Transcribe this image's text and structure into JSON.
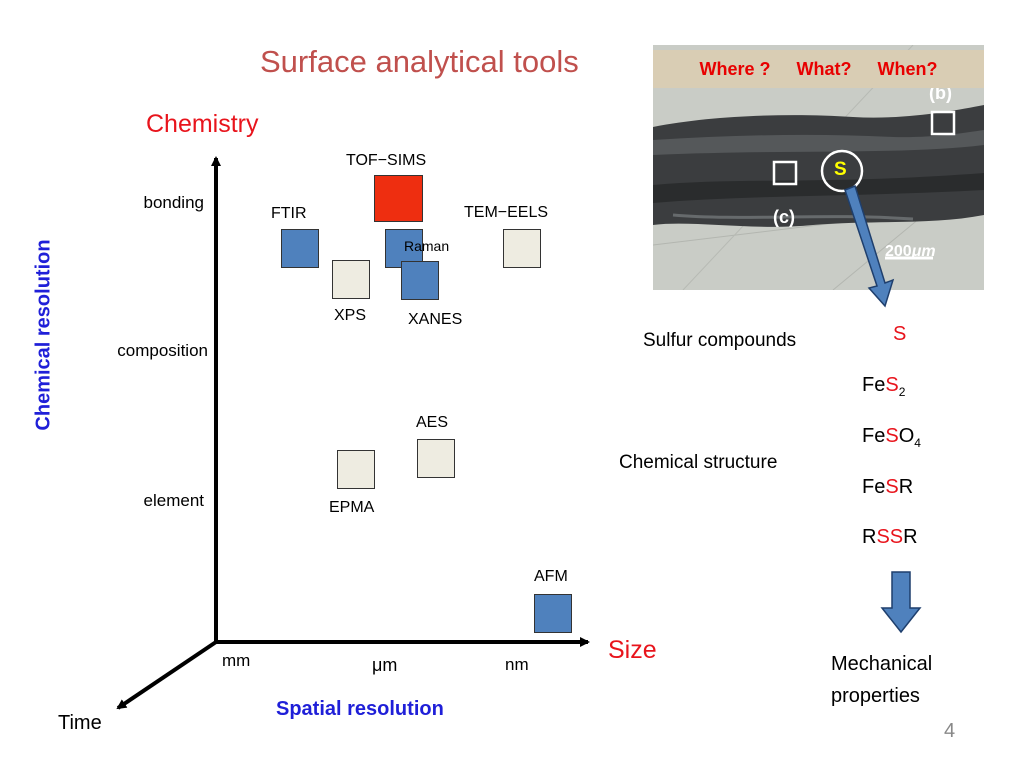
{
  "title": "Surface analytical tools",
  "axes": {
    "y_label": "Chemistry",
    "x_label": "Size",
    "z_label": "Time",
    "x_title": "Spatial resolution",
    "y_title": "Chemical resolution",
    "y_levels": [
      "bonding",
      "composition",
      "element"
    ],
    "x_ticks": [
      "mm",
      "μm",
      "nm"
    ]
  },
  "techniques": [
    {
      "name": "TOF−SIMS",
      "color": "red"
    },
    {
      "name": "FTIR",
      "color": "blue"
    },
    {
      "name": "TEM−EELS",
      "color": "beige"
    },
    {
      "name": "Raman",
      "color": "blue"
    },
    {
      "name": "XPS",
      "color": "beige"
    },
    {
      "name": "XANES",
      "color": "blue"
    },
    {
      "name": "AES",
      "color": "beige"
    },
    {
      "name": "EPMA",
      "color": "beige"
    },
    {
      "name": "AFM",
      "color": "blue"
    }
  ],
  "photo": {
    "question_bar": [
      "Where ?",
      "What?",
      "When?"
    ],
    "label_b": "(b)",
    "label_c": "(c)",
    "marker": "S",
    "scale_value": "200",
    "scale_unit": "μm"
  },
  "right": {
    "sulfur_compounds": "Sulfur compounds",
    "chemical_structure": "Chemical structure",
    "formulas": {
      "s": "S",
      "fes2_a": "Fe",
      "fes2_b": "S",
      "fes2_c": "2",
      "feso4_a": "Fe",
      "feso4_b": "S",
      "feso4_c": "O",
      "feso4_d": "4",
      "fesr_a": "Fe",
      "fesr_b": "S",
      "fesr_c": "R",
      "rssr_a": "R",
      "rssr_b": "SS",
      "rssr_c": "R"
    },
    "mechanical_1": "Mechanical",
    "mechanical_2": "properties"
  },
  "page_number": "4",
  "colors": {
    "blue": "#4f81bd",
    "beige": "#eeece1",
    "red": "#ee2e10",
    "title": "#c0504d",
    "accent_red": "#e8141c",
    "label_blue": "#1f1fd8"
  }
}
